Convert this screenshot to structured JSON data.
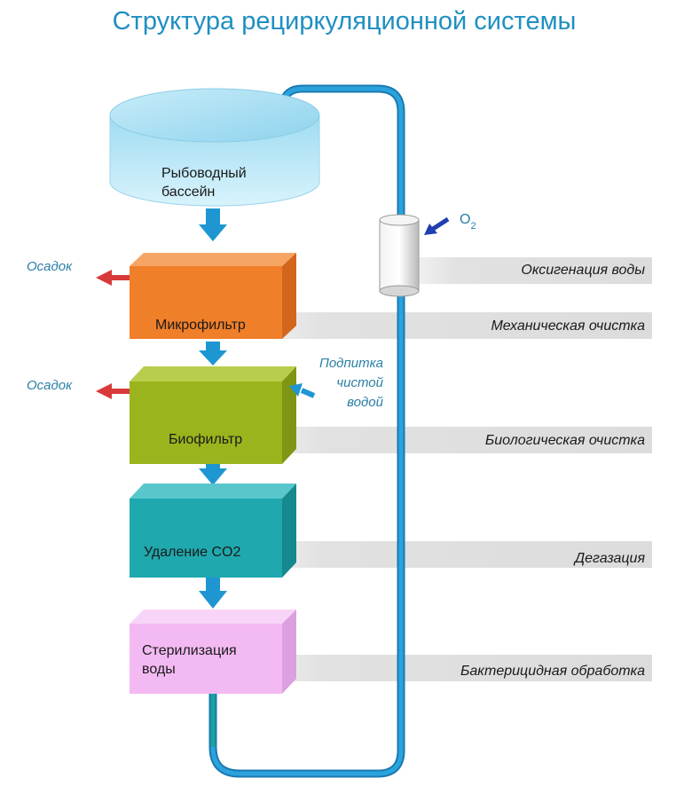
{
  "title": "Структура рециркуляционной системы",
  "tank": {
    "line1": "Рыбоводный",
    "line2": "бассейн"
  },
  "boxes": [
    {
      "label": "Микрофильтр",
      "front": "#f07f2a",
      "top": "#f7a564",
      "side": "#d2661a"
    },
    {
      "label": "Биофильтр",
      "front": "#9ab41d",
      "top": "#b9cd4d",
      "side": "#7f9614"
    },
    {
      "label": "Удаление CO2",
      "front": "#1fa8ae",
      "top": "#58c6cb",
      "side": "#14898e"
    },
    {
      "line1": "Стерилизация",
      "line2": "воды",
      "front": "#f3b9f3",
      "top": "#f8d5f8",
      "side": "#dca0e0"
    }
  ],
  "sediment_1": "Осадок",
  "sediment_2": "Осадок",
  "clean_water": {
    "line1": "Подпитка",
    "line2": "чистой",
    "line3": "водой"
  },
  "oxygen": {
    "symbol": "O",
    "subscript": "2"
  },
  "stages": [
    "Оксигенация воды",
    "Механическая очистка",
    "Биологическая очистка",
    "Дегазация",
    "Бактерицидная обработка"
  ],
  "colors": {
    "pipe": "#2aa3dd",
    "flow_arrow": "#1e96d2",
    "sediment_arrow": "#d83a3a",
    "oxygen_arrow": "#1f3fb0",
    "band": "#dcdcdc",
    "title": "#1f8fc2"
  }
}
